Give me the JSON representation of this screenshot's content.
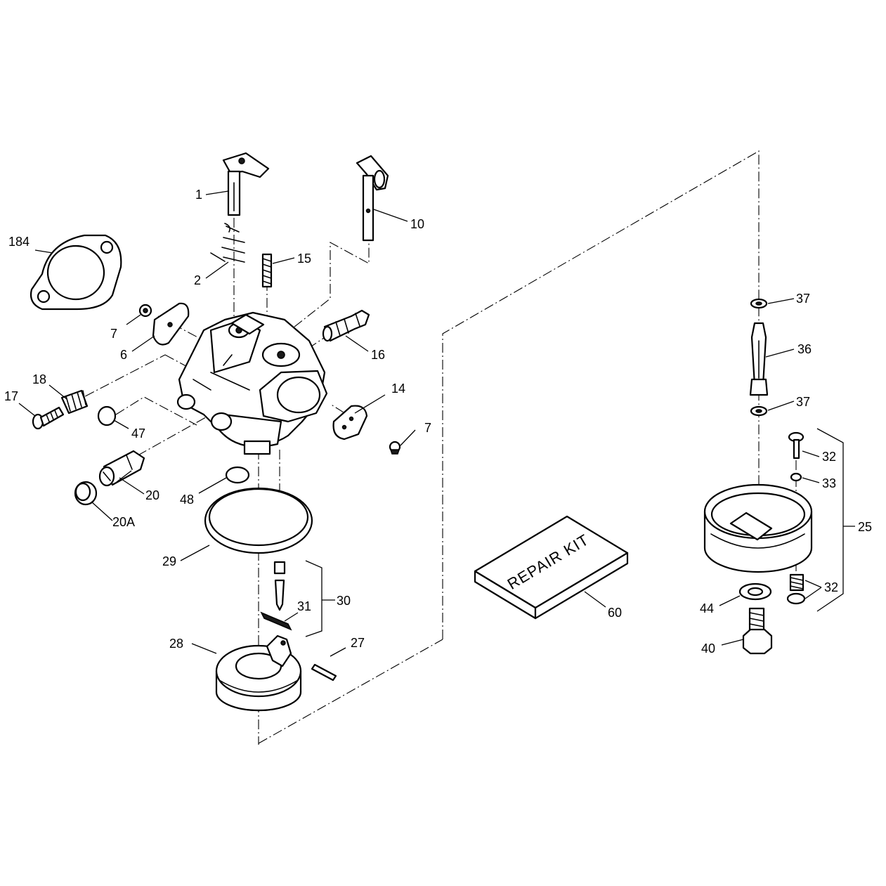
{
  "kit": {
    "label": "REPAIR KIT"
  },
  "callouts": [
    {
      "id": "c1",
      "text": "1"
    },
    {
      "id": "c2",
      "text": "2"
    },
    {
      "id": "c6",
      "text": "6"
    },
    {
      "id": "c7a",
      "text": "7"
    },
    {
      "id": "c7b",
      "text": "7"
    },
    {
      "id": "c10",
      "text": "10"
    },
    {
      "id": "c14",
      "text": "14"
    },
    {
      "id": "c15",
      "text": "15"
    },
    {
      "id": "c16",
      "text": "16"
    },
    {
      "id": "c17",
      "text": "17"
    },
    {
      "id": "c18",
      "text": "18"
    },
    {
      "id": "c20",
      "text": "20"
    },
    {
      "id": "c20A",
      "text": "20A"
    },
    {
      "id": "c25",
      "text": "25"
    },
    {
      "id": "c27",
      "text": "27"
    },
    {
      "id": "c28",
      "text": "28"
    },
    {
      "id": "c29",
      "text": "29"
    },
    {
      "id": "c30",
      "text": "30"
    },
    {
      "id": "c31",
      "text": "31"
    },
    {
      "id": "c32a",
      "text": "32"
    },
    {
      "id": "c32b",
      "text": "32"
    },
    {
      "id": "c33",
      "text": "33"
    },
    {
      "id": "c36",
      "text": "36"
    },
    {
      "id": "c37a",
      "text": "37"
    },
    {
      "id": "c37b",
      "text": "37"
    },
    {
      "id": "c40",
      "text": "40"
    },
    {
      "id": "c44",
      "text": "44"
    },
    {
      "id": "c47",
      "text": "47"
    },
    {
      "id": "c48",
      "text": "48"
    },
    {
      "id": "c60",
      "text": "60"
    },
    {
      "id": "c184",
      "text": "184"
    }
  ]
}
